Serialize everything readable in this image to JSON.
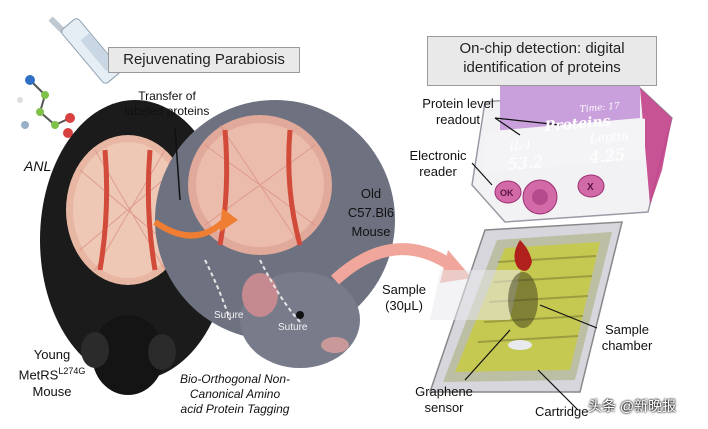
{
  "left_title": "Rejuvenating Parabiosis",
  "right_title_line1": "On-chip detection: digital",
  "right_title_line2": "identification of proteins",
  "anl_label": "ANL",
  "transfer_line1": "Transfer of",
  "transfer_line2": "labeled proteins",
  "old_mouse_line1": "Old",
  "old_mouse_line2": "C57.Bl6",
  "old_mouse_line3": "Mouse",
  "young_line1": "Young",
  "young_line2_main": "MetRS",
  "young_line2_sup": "L274G",
  "young_line3": "Mouse",
  "tagging_line1": "Bio-Orthogonal Non-",
  "tagging_line2": "Canonical Amino",
  "tagging_line3": "acid Protein Tagging",
  "suture_left": "Suture",
  "suture_right": "Suture",
  "protein_readout_line1": "Protein level",
  "protein_readout_line2": "readout",
  "electronic_reader_line1": "Electronic",
  "electronic_reader_line2": "reader",
  "sample_line1": "Sample",
  "sample_line2": "(30μL)",
  "sample_chamber_line1": "Sample",
  "sample_chamber_line2": "chamber",
  "graphene_line1": "Graphene",
  "graphene_line2": "sensor",
  "cartridge_label": "Cartridge",
  "screen_header": "Time: 17",
  "screen_title": "Proteins",
  "screen_il1_label": "IL-1",
  "screen_leptin_label": "Leptin",
  "screen_il1_value": "53.2",
  "screen_leptin_value": "4.25",
  "button_ok": "OK",
  "button_x": "X",
  "watermark": "头条 @新晚报",
  "colors": {
    "screen": "#c9a0dc",
    "device_purple": "#c2408a",
    "arrow_orange": "#ef7d32",
    "title_box": "#e9e9e9"
  }
}
